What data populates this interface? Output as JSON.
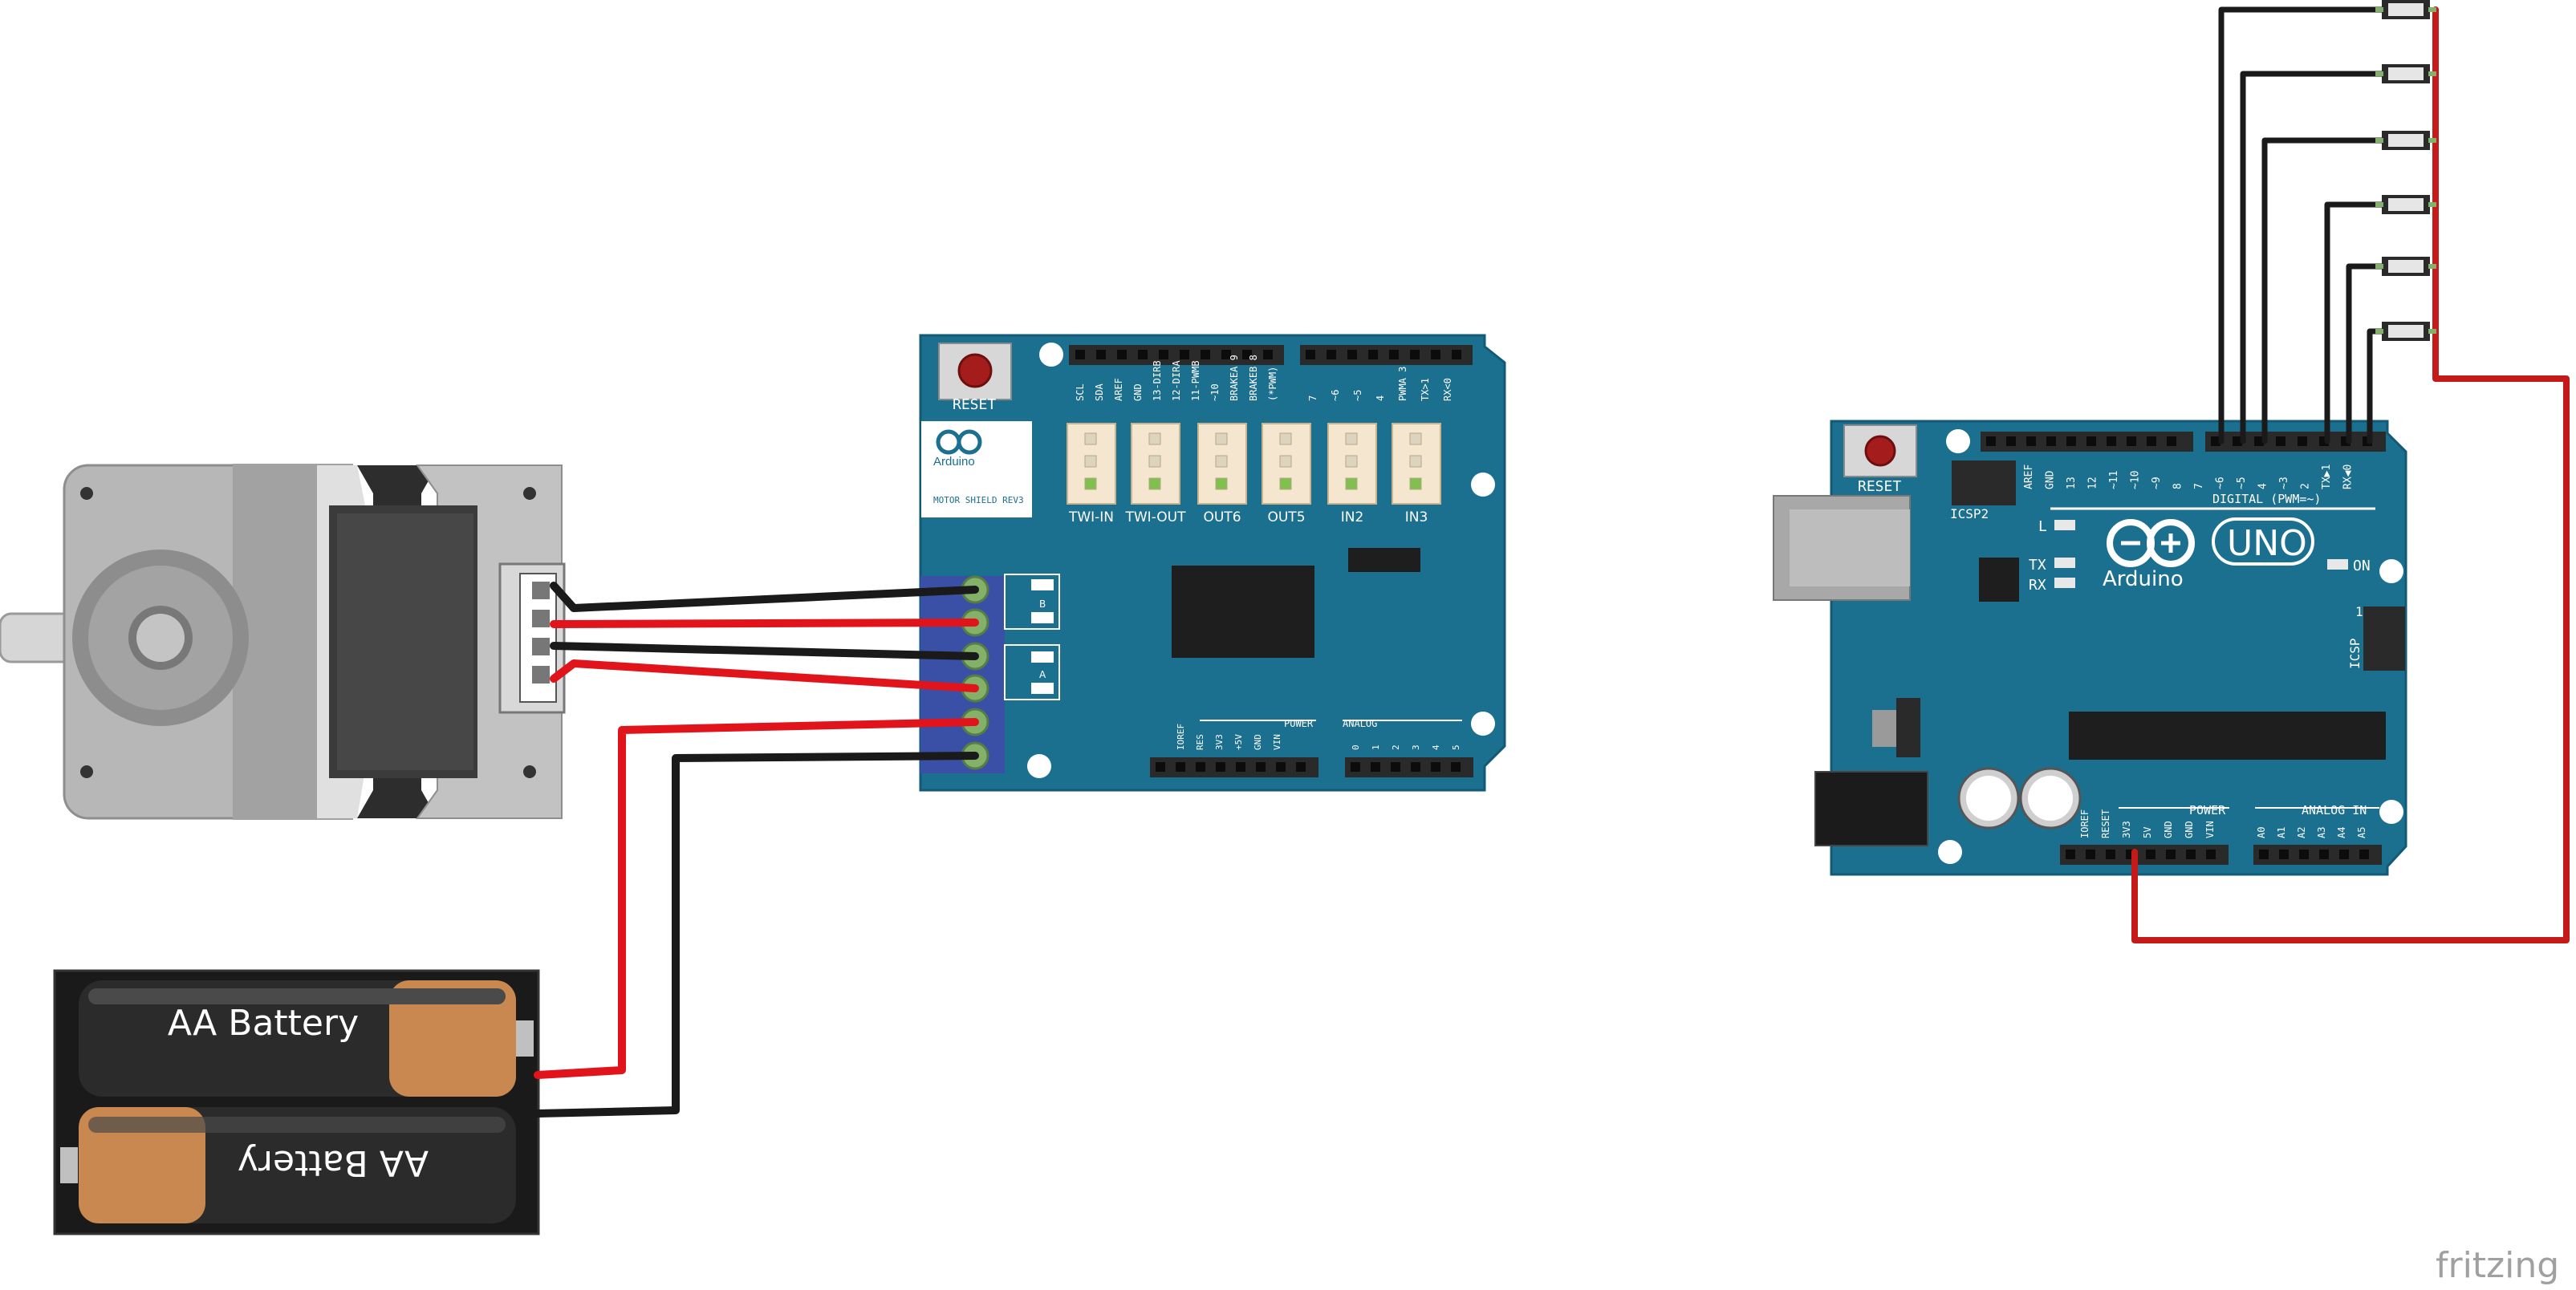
{
  "colors": {
    "board": "#1b6f8f",
    "board_edge": "#125a75",
    "wire_black": "#1a1a1a",
    "wire_red": "#e0141a",
    "wire_dark_red": "#c41a1a",
    "motor_body": "#a7a7a7",
    "battery_dark": "#2b2b2b",
    "battery_copper": "#c9884f",
    "terminal_blue": "#3a4fa6",
    "terminal_green": "#83b16a"
  },
  "motor_shield": {
    "reset_label": "RESET",
    "logo_text": "Arduino",
    "logo_subtitle": "MOTOR SHIELD REV3",
    "header_top_left": [
      "SCL",
      "SDA",
      "AREF",
      "GND",
      "13-DIRB",
      "12-DIRA",
      "11-PWMB",
      "~10",
      "BRAKEA 9",
      "BRAKEB 8",
      "(*PWM)"
    ],
    "header_top_right": [
      "7",
      "~6",
      "~5",
      "4",
      "PWMA 3",
      "TX>1",
      "RX<0"
    ],
    "connectors": [
      "TWI-IN",
      "TWI-OUT",
      "OUT6",
      "OUT5",
      "IN2",
      "IN3"
    ],
    "terminal_labels": [
      "B",
      "A"
    ],
    "power_header_label": "POWER",
    "analog_header_label": "ANALOG",
    "power_pins": [
      "IOREF",
      "RES",
      "3V3",
      "+5V",
      "GND",
      "VIN"
    ],
    "analog_pins": [
      "0",
      "1",
      "2",
      "3",
      "4",
      "5"
    ]
  },
  "uno": {
    "reset_label": "RESET",
    "icsp2_label": "ICSP2",
    "icsp_label": "ICSP",
    "brand": "UNO",
    "logo_text": "Arduino",
    "digital_label": "DIGITAL (PWM=~)",
    "digital_pins": [
      "AREF",
      "GND",
      "13",
      "12",
      "~11",
      "~10",
      "~9",
      "8",
      "7",
      "~6",
      "~5",
      "4",
      "~3",
      "2",
      "TX▶1",
      "RX◀0"
    ],
    "led_labels": [
      "L",
      "TX",
      "RX",
      "ON"
    ],
    "power_label": "POWER",
    "analog_label": "ANALOG IN",
    "power_pins": [
      "IOREF",
      "RESET",
      "3V3",
      "5V",
      "GND",
      "GND",
      "VIN"
    ],
    "analog_pins": [
      "A0",
      "A1",
      "A2",
      "A3",
      "A4",
      "A5"
    ],
    "icsp_one": "1"
  },
  "battery": {
    "label_top": "AA Battery",
    "label_bottom": "AA Battery"
  },
  "buttons": {
    "count": 6
  },
  "watermark": "fritzing"
}
